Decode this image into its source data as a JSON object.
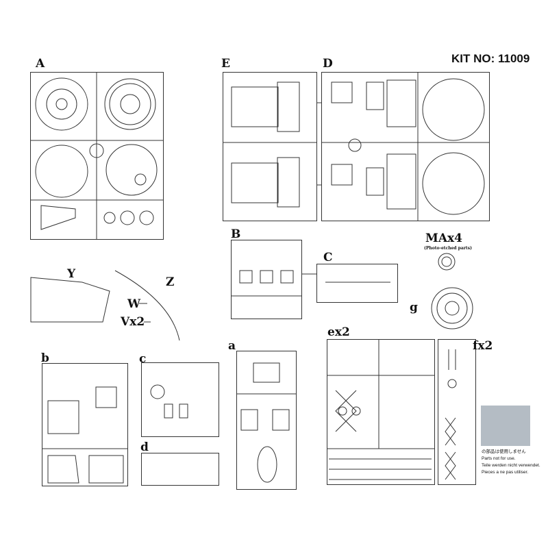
{
  "kit_no": "KIT NO: 11009",
  "labels": {
    "A": "A",
    "E": "E",
    "D": "D",
    "B": "B",
    "C": "C",
    "MA": "MAx4",
    "MA_sub": "(Photo-etched parts)",
    "g": "g",
    "Y": "Y",
    "Z": "Z",
    "W": "W",
    "V": "Vx2",
    "b": "b",
    "c": "c",
    "d": "d",
    "a": "a",
    "ex2": "ex2",
    "fx2": "fx2"
  },
  "notes": [
    "の部品は使用しません",
    "Parts not for use.",
    "Teile werden nicht verwendet.",
    "Pieces a ne pas utiliser."
  ],
  "colors": {
    "line": "#333333",
    "unused_part": "#b4bcc4"
  }
}
